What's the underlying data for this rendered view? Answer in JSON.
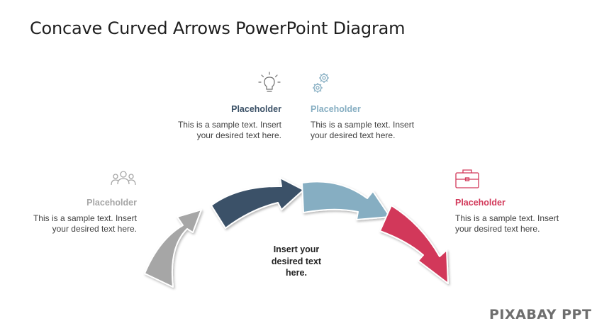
{
  "slide": {
    "title": "Concave Curved Arrows PowerPoint Diagram",
    "center_note": "Insert your\ndesired text\nhere.",
    "brand": "PIXABAY PPT"
  },
  "blocks": [
    {
      "id": "left",
      "heading": "Placeholder",
      "body": "This is a sample text. Insert\nyour desired text here.",
      "color": "#a6a6a6",
      "icon": "people-icon"
    },
    {
      "id": "top-left",
      "heading": "Placeholder",
      "body": "This is a sample text. Insert\nyour desired text here.",
      "color": "#3b5167",
      "icon": "lightbulb-icon"
    },
    {
      "id": "top-right",
      "heading": "Placeholder",
      "body": "This is a sample text. Insert\nyour desired text here.",
      "color": "#86aec2",
      "icon": "gears-icon"
    },
    {
      "id": "right",
      "heading": "Placeholder",
      "body": "This is a sample text. Insert\nyour desired text here.",
      "color": "#d2395a",
      "icon": "briefcase-icon"
    }
  ],
  "arrows": [
    {
      "color": "#a6a6a6"
    },
    {
      "color": "#3b5167"
    },
    {
      "color": "#86aec2"
    },
    {
      "color": "#d2395a"
    }
  ]
}
